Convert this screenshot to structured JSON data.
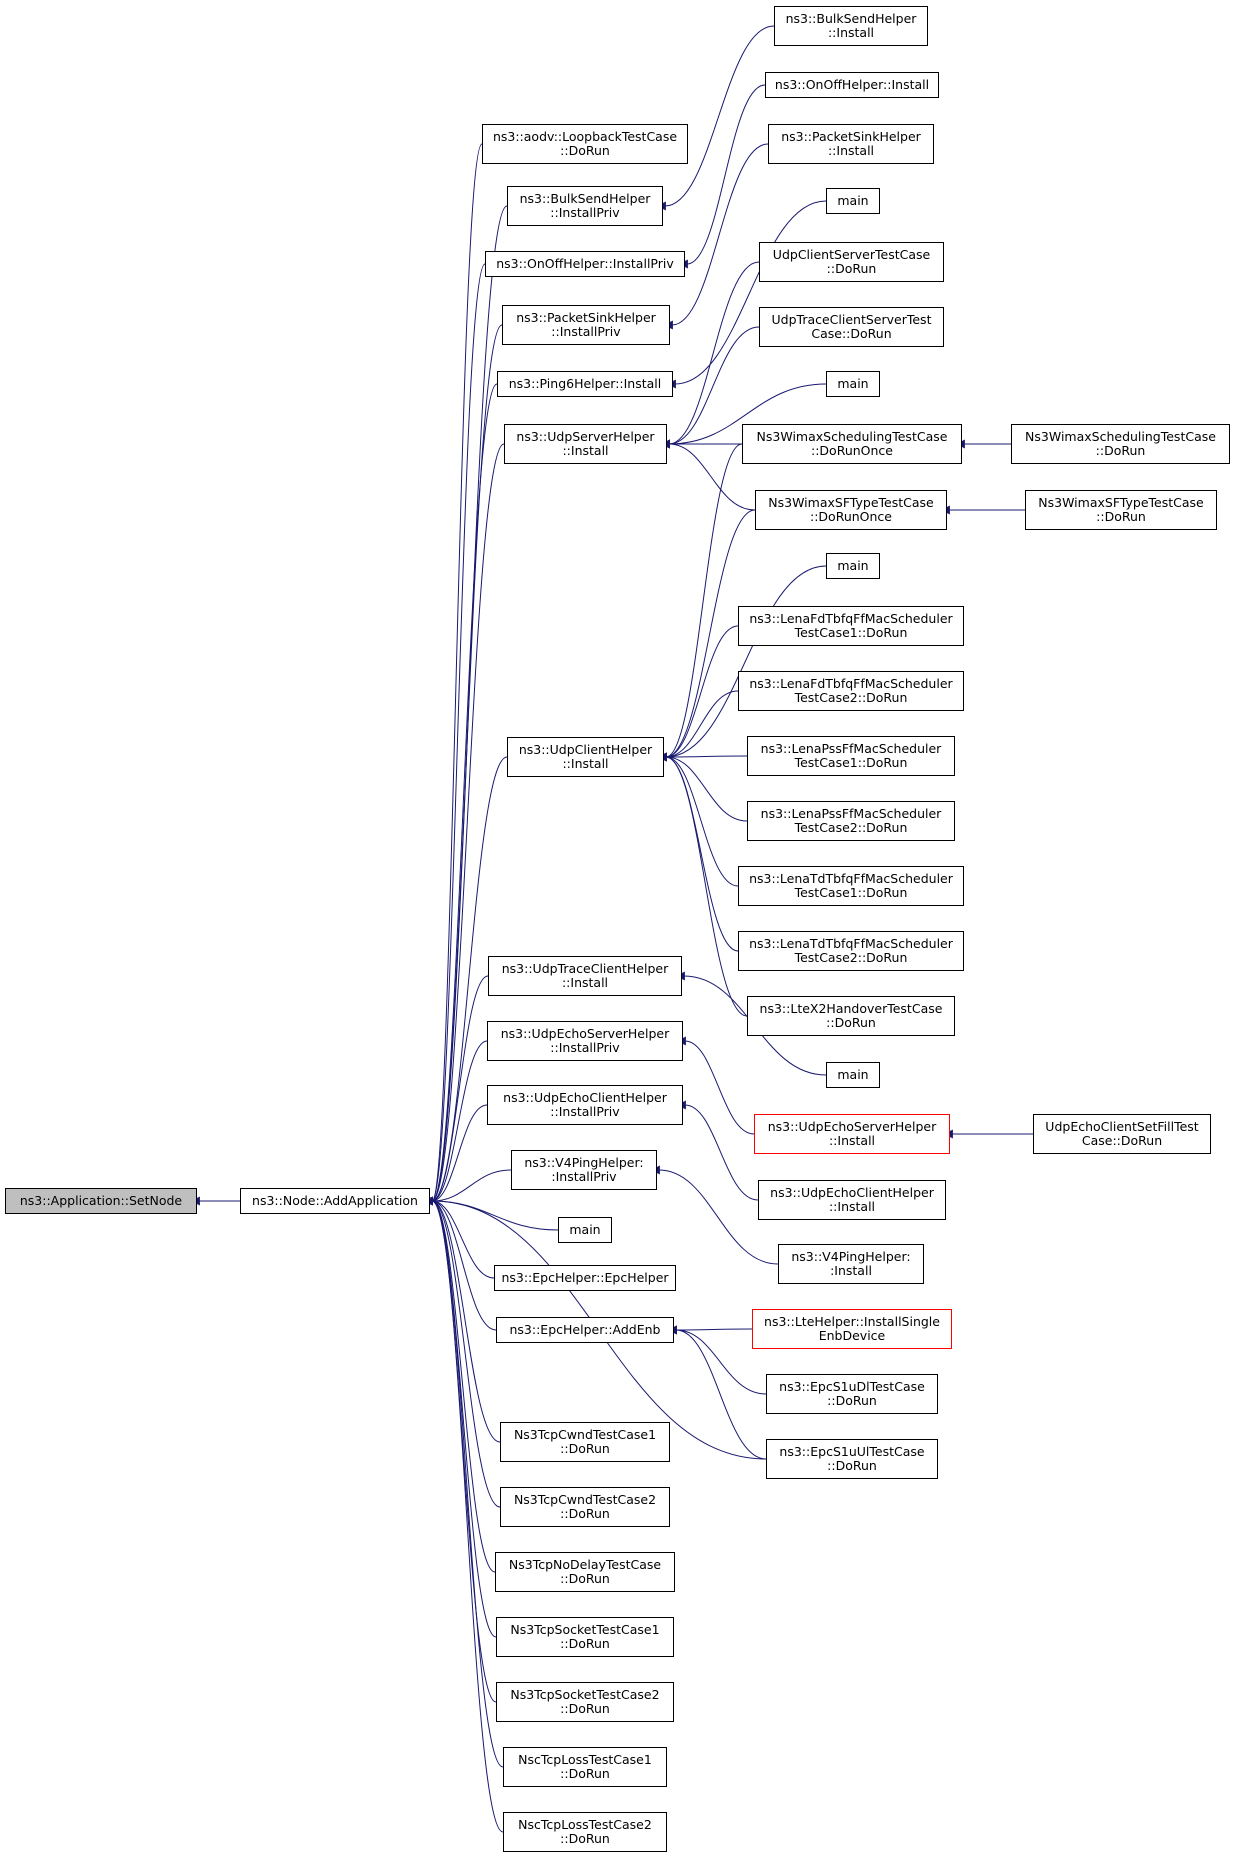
{
  "colors": {
    "edge": "#191970",
    "node_border": "#000000",
    "truncated_border": "#ff0000",
    "root_fill": "#bfbfbf"
  },
  "nodes": {
    "setnode": {
      "lines": [
        "ns3::Application::SetNode"
      ],
      "style": "root"
    },
    "addapplication": {
      "lines": [
        "ns3::Node::AddApplication"
      ]
    },
    "aodv_loopback": {
      "lines": [
        "ns3::aodv::LoopbackTestCase",
        "::DoRun"
      ]
    },
    "bulksend_installpriv": {
      "lines": [
        "ns3::BulkSendHelper",
        "::InstallPriv"
      ]
    },
    "onoff_installpriv": {
      "lines": [
        "ns3::OnOffHelper::InstallPriv"
      ]
    },
    "packetsink_installpriv": {
      "lines": [
        "ns3::PacketSinkHelper",
        "::InstallPriv"
      ]
    },
    "ping6_install": {
      "lines": [
        "ns3::Ping6Helper::Install"
      ]
    },
    "udpserver_install": {
      "lines": [
        "ns3::UdpServerHelper",
        "::Install"
      ]
    },
    "udpclient_install": {
      "lines": [
        "ns3::UdpClientHelper",
        "::Install"
      ]
    },
    "udptrace_install": {
      "lines": [
        "ns3::UdpTraceClientHelper",
        "::Install"
      ]
    },
    "udpechoserver_installpriv": {
      "lines": [
        "ns3::UdpEchoServerHelper",
        "::InstallPriv"
      ]
    },
    "udpechoclient_installpriv": {
      "lines": [
        "ns3::UdpEchoClientHelper",
        "::InstallPriv"
      ]
    },
    "v4ping_installpriv": {
      "lines": [
        "ns3::V4PingHelper:",
        ":InstallPriv"
      ]
    },
    "main_mid": {
      "lines": [
        "main"
      ]
    },
    "epchelper_ctor": {
      "lines": [
        "ns3::EpcHelper::EpcHelper"
      ]
    },
    "epchelper_addenb": {
      "lines": [
        "ns3::EpcHelper::AddEnb"
      ]
    },
    "tcpcwnd1": {
      "lines": [
        "Ns3TcpCwndTestCase1",
        "::DoRun"
      ]
    },
    "tcpcwnd2": {
      "lines": [
        "Ns3TcpCwndTestCase2",
        "::DoRun"
      ]
    },
    "tcpnodelay": {
      "lines": [
        "Ns3TcpNoDelayTestCase",
        "::DoRun"
      ]
    },
    "tcpsocket1": {
      "lines": [
        "Ns3TcpSocketTestCase1",
        "::DoRun"
      ]
    },
    "tcpsocket2": {
      "lines": [
        "Ns3TcpSocketTestCase2",
        "::DoRun"
      ]
    },
    "nsctcploss1": {
      "lines": [
        "NscTcpLossTestCase1",
        "::DoRun"
      ]
    },
    "nsctcploss2": {
      "lines": [
        "NscTcpLossTestCase2",
        "::DoRun"
      ]
    },
    "bulksend_install": {
      "lines": [
        "ns3::BulkSendHelper",
        "::Install"
      ]
    },
    "onoff_install": {
      "lines": [
        "ns3::OnOffHelper::Install"
      ]
    },
    "packetsink_install": {
      "lines": [
        "ns3::PacketSinkHelper",
        "::Install"
      ]
    },
    "main_a": {
      "lines": [
        "main"
      ]
    },
    "udpclientserver_test": {
      "lines": [
        "UdpClientServerTestCase",
        "::DoRun"
      ]
    },
    "udptraceclientserver_test": {
      "lines": [
        "UdpTraceClientServerTest",
        "Case::DoRun"
      ]
    },
    "main_b": {
      "lines": [
        "main"
      ]
    },
    "wimaxsched_runonce": {
      "lines": [
        "Ns3WimaxSchedulingTestCase",
        "::DoRunOnce"
      ]
    },
    "wimaxsftype_runonce": {
      "lines": [
        "Ns3WimaxSFTypeTestCase",
        "::DoRunOnce"
      ]
    },
    "main_c": {
      "lines": [
        "main"
      ]
    },
    "lenafdtbfq1": {
      "lines": [
        "ns3::LenaFdTbfqFfMacScheduler",
        "TestCase1::DoRun"
      ]
    },
    "lenafdtbfq2": {
      "lines": [
        "ns3::LenaFdTbfqFfMacScheduler",
        "TestCase2::DoRun"
      ]
    },
    "lenapss1": {
      "lines": [
        "ns3::LenaPssFfMacScheduler",
        "TestCase1::DoRun"
      ]
    },
    "lenapss2": {
      "lines": [
        "ns3::LenaPssFfMacScheduler",
        "TestCase2::DoRun"
      ]
    },
    "lenatdtbfq1": {
      "lines": [
        "ns3::LenaTdTbfqFfMacScheduler",
        "TestCase1::DoRun"
      ]
    },
    "lenatdtbfq2": {
      "lines": [
        "ns3::LenaTdTbfqFfMacScheduler",
        "TestCase2::DoRun"
      ]
    },
    "ltex2handover": {
      "lines": [
        "ns3::LteX2HandoverTestCase",
        "::DoRun"
      ]
    },
    "main_d": {
      "lines": [
        "main"
      ]
    },
    "udpechoserver_install": {
      "lines": [
        "ns3::UdpEchoServerHelper",
        "::Install"
      ],
      "style": "red"
    },
    "udpechoclient_install": {
      "lines": [
        "ns3::UdpEchoClientHelper",
        "::Install"
      ]
    },
    "v4ping_install": {
      "lines": [
        "ns3::V4PingHelper:",
        ":Install"
      ]
    },
    "ltehelper_installsingle": {
      "lines": [
        "ns3::LteHelper::InstallSingle",
        "EnbDevice"
      ],
      "style": "red"
    },
    "epcs1udl": {
      "lines": [
        "ns3::EpcS1uDlTestCase",
        "::DoRun"
      ]
    },
    "epcs1uul": {
      "lines": [
        "ns3::EpcS1uUlTestCase",
        "::DoRun"
      ]
    },
    "wimaxsched_dorun": {
      "lines": [
        "Ns3WimaxSchedulingTestCase",
        "::DoRun"
      ]
    },
    "wimaxsftype_dorun": {
      "lines": [
        "Ns3WimaxSFTypeTestCase",
        "::DoRun"
      ]
    },
    "udpechoclientsetfill": {
      "lines": [
        "UdpEchoClientSetFillTest",
        "Case::DoRun"
      ]
    }
  },
  "edges": [
    [
      "setnode",
      "addapplication"
    ],
    [
      "addapplication",
      "aodv_loopback"
    ],
    [
      "addapplication",
      "bulksend_installpriv"
    ],
    [
      "addapplication",
      "onoff_installpriv"
    ],
    [
      "addapplication",
      "packetsink_installpriv"
    ],
    [
      "addapplication",
      "ping6_install"
    ],
    [
      "addapplication",
      "udpserver_install"
    ],
    [
      "addapplication",
      "udpclient_install"
    ],
    [
      "addapplication",
      "udptrace_install"
    ],
    [
      "addapplication",
      "udpechoserver_installpriv"
    ],
    [
      "addapplication",
      "udpechoclient_installpriv"
    ],
    [
      "addapplication",
      "v4ping_installpriv"
    ],
    [
      "addapplication",
      "main_mid"
    ],
    [
      "addapplication",
      "epchelper_ctor"
    ],
    [
      "addapplication",
      "epchelper_addenb"
    ],
    [
      "addapplication",
      "epcs1uul"
    ],
    [
      "addapplication",
      "tcpcwnd1"
    ],
    [
      "addapplication",
      "tcpcwnd2"
    ],
    [
      "addapplication",
      "tcpnodelay"
    ],
    [
      "addapplication",
      "tcpsocket1"
    ],
    [
      "addapplication",
      "tcpsocket2"
    ],
    [
      "addapplication",
      "nsctcploss1"
    ],
    [
      "addapplication",
      "nsctcploss2"
    ],
    [
      "bulksend_installpriv",
      "bulksend_install"
    ],
    [
      "onoff_installpriv",
      "onoff_install"
    ],
    [
      "packetsink_installpriv",
      "packetsink_install"
    ],
    [
      "ping6_install",
      "main_a"
    ],
    [
      "udpserver_install",
      "udpclientserver_test"
    ],
    [
      "udpserver_install",
      "udptraceclientserver_test"
    ],
    [
      "udpserver_install",
      "main_b"
    ],
    [
      "udpserver_install",
      "wimaxsched_runonce"
    ],
    [
      "udpserver_install",
      "wimaxsftype_runonce"
    ],
    [
      "udpclient_install",
      "wimaxsched_runonce"
    ],
    [
      "udpclient_install",
      "wimaxsftype_runonce"
    ],
    [
      "udpclient_install",
      "main_c"
    ],
    [
      "udpclient_install",
      "lenafdtbfq1"
    ],
    [
      "udpclient_install",
      "lenafdtbfq2"
    ],
    [
      "udpclient_install",
      "lenapss1"
    ],
    [
      "udpclient_install",
      "lenapss2"
    ],
    [
      "udpclient_install",
      "lenatdtbfq1"
    ],
    [
      "udpclient_install",
      "lenatdtbfq2"
    ],
    [
      "udpclient_install",
      "ltex2handover"
    ],
    [
      "udptrace_install",
      "main_d"
    ],
    [
      "udpechoserver_installpriv",
      "udpechoserver_install"
    ],
    [
      "udpechoclient_installpriv",
      "udpechoclient_install"
    ],
    [
      "v4ping_installpriv",
      "v4ping_install"
    ],
    [
      "epchelper_addenb",
      "ltehelper_installsingle"
    ],
    [
      "epchelper_addenb",
      "epcs1udl"
    ],
    [
      "epchelper_addenb",
      "epcs1uul"
    ],
    [
      "wimaxsched_runonce",
      "wimaxsched_dorun"
    ],
    [
      "wimaxsftype_runonce",
      "wimaxsftype_dorun"
    ],
    [
      "udpechoserver_install",
      "udpechoclientsetfill"
    ]
  ]
}
